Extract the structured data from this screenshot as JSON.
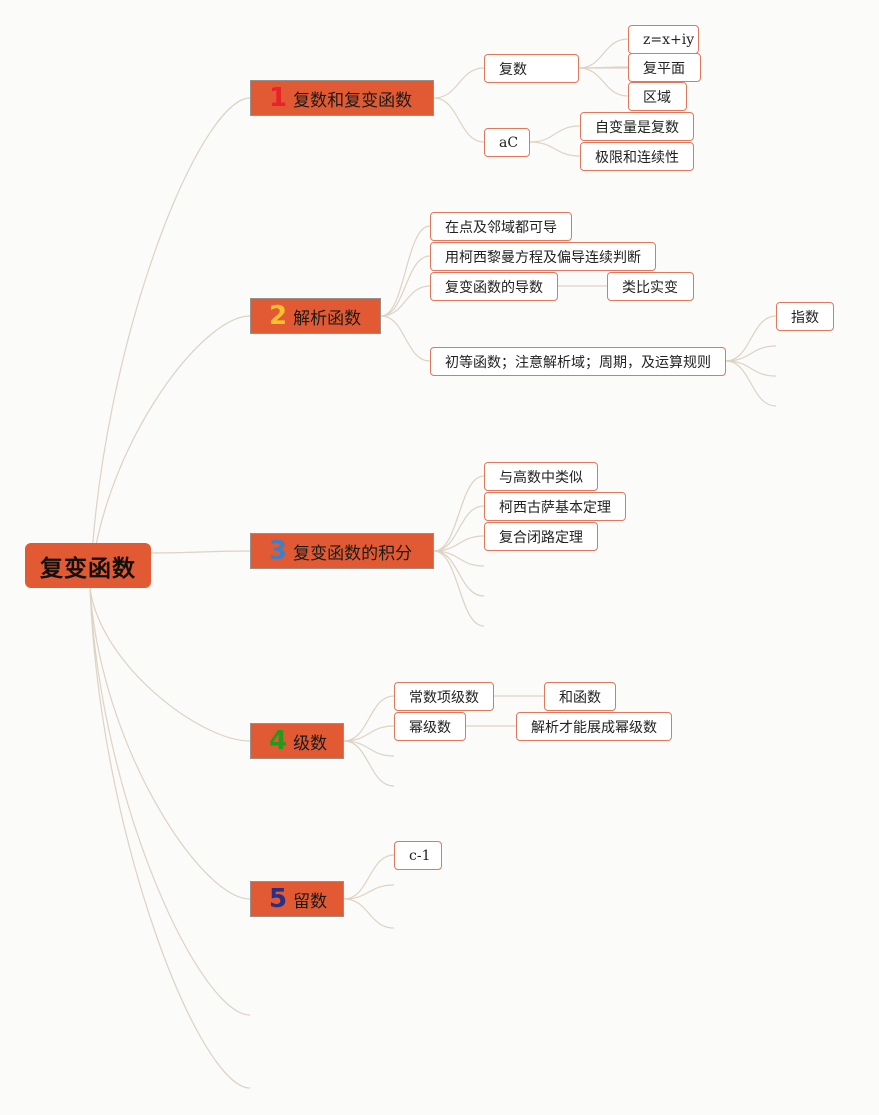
{
  "root": {
    "label": "复变函数"
  },
  "branches": [
    {
      "num": "1",
      "label": "复数和复变函数",
      "num_color": "#e8222a",
      "children": [
        {
          "label": "复数",
          "children": [
            "z=x+iy",
            "复平面",
            "区域"
          ]
        },
        {
          "label": "aC",
          "children": [
            "自变量是复数",
            "极限和连续性"
          ]
        }
      ]
    },
    {
      "num": "2",
      "label": "解析函数",
      "num_color": "#f6c02e",
      "children": [
        {
          "label": "在点及邻域都可导"
        },
        {
          "label": "用柯西黎曼方程及偏导连续判断"
        },
        {
          "label": "复变函数的导数",
          "children": [
            "类比实变"
          ]
        },
        {
          "label": "初等函数；注意解析域；周期，及运算规则",
          "children": [
            "指数"
          ]
        }
      ]
    },
    {
      "num": "3",
      "label": "复变函数的积分",
      "num_color": "#3d7fc9",
      "children": [
        {
          "label": "与高数中类似"
        },
        {
          "label": "柯西古萨基本定理"
        },
        {
          "label": "复合闭路定理"
        }
      ]
    },
    {
      "num": "4",
      "label": "级数",
      "num_color": "#239a1e",
      "children": [
        {
          "label": "常数项级数",
          "children": [
            "和函数"
          ]
        },
        {
          "label": "幂级数",
          "children": [
            "解析才能展成幂级数"
          ]
        }
      ]
    },
    {
      "num": "5",
      "label": "留数",
      "num_color": "#272f86",
      "children": [
        {
          "label": "c-1"
        }
      ]
    }
  ],
  "colors": {
    "accent": "#e25a33",
    "leaf_border": "#e2785b",
    "connector": "#d9cfc0"
  }
}
